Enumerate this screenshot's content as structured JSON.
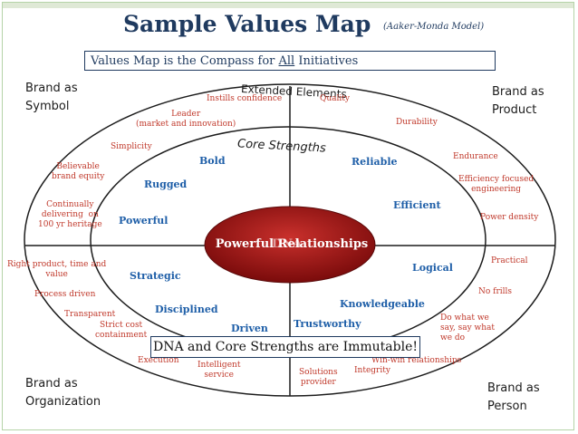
{
  "header": {
    "title": "Sample Values Map",
    "subtitle": "(Aaker-Monda Model)",
    "compass_pre": "Values Map is the Compass for ",
    "compass_all": "All",
    "compass_post": "  Initiatives"
  },
  "footer_box": "DNA  and Core Strengths are Immutable!",
  "corners": {
    "top_left": "Brand as\nSymbol",
    "top_right": "Brand as\nProduct",
    "bottom_left": "Brand as\nOrganization",
    "bottom_right": "Brand as\nPerson"
  },
  "rings": {
    "extended": "Extended Elements",
    "core": "Core Strengths"
  },
  "center": {
    "label": "Powerful Relationships",
    "dna": "DNA"
  },
  "core_strengths": {
    "bold": "Bold",
    "rugged": "Rugged",
    "powerful": "Powerful",
    "reliable": "Reliable",
    "efficient": "Efficient",
    "logical": "Logical",
    "strategic": "Strategic",
    "disciplined": "Disciplined",
    "driven": "Driven",
    "knowledgeable": "Knowledgeable",
    "trustworthy": "Trustworthy"
  },
  "extended_elements": {
    "instills_confidence": "Instills confidence",
    "quality": "Quality",
    "leader": "Leader\n(market and innovation)",
    "durability": "Durability",
    "simplicity": "Simplicity",
    "endurance": "Endurance",
    "believable": "Believable\nbrand equity",
    "efficiency_focused": "Efficiency focused\nengineering",
    "continually": "Continually\ndelivering  on\n100 yr heritage",
    "power_density": "Power density",
    "right_product": "Right product, time and\nvalue",
    "practical": "Practical",
    "process_driven": "Process driven",
    "no_frills": "No frills",
    "transparent": "Transparent",
    "strict_cost": "Strict cost\ncontainment",
    "do_what_we_say": "Do what we\nsay, say what\nwe do",
    "execution": "Execution",
    "intelligent_service": "Intelligent\nservice",
    "solutions_provider": "Solutions\nprovider",
    "win_win": "Win-win relationships",
    "integrity": "Integrity"
  }
}
